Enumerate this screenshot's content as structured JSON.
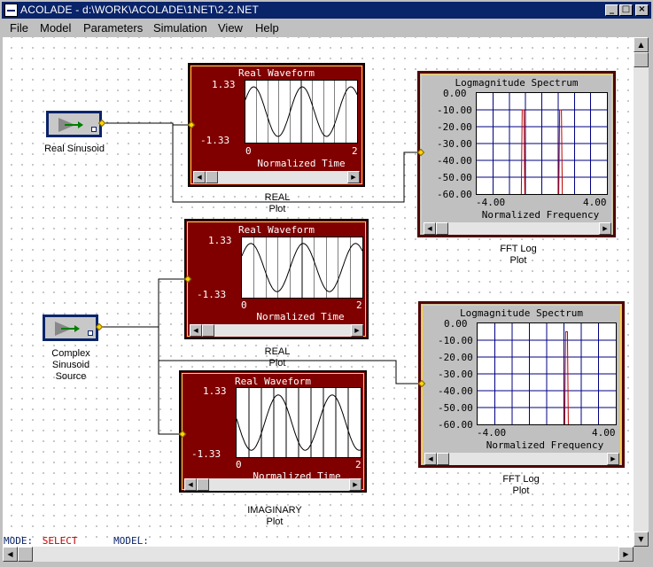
{
  "window": {
    "title": "ACOLADE - d:\\WORK\\ACOLADE\\1NET\\2-2.NET"
  },
  "menu": [
    "File",
    "Model",
    "Parameters",
    "Simulation",
    "View",
    "Help"
  ],
  "blocks": {
    "real_sinusoid": {
      "label": "Real Sinusoid"
    },
    "complex_source": {
      "label_lines": [
        "Complex",
        "Sinusoid",
        "Source"
      ]
    }
  },
  "plots": [
    {
      "title": "Real Waveform",
      "y_max": "1.33",
      "y_min": "-1.33",
      "x_min": "0",
      "x_max": "2",
      "xlabel": "Normalized Time",
      "caption_lines": [
        "REAL",
        "Plot"
      ]
    },
    {
      "title": "Real Waveform",
      "y_max": "1.33",
      "y_min": "-1.33",
      "x_min": "0",
      "x_max": "2",
      "xlabel": "Normalized Time",
      "caption_lines": [
        "REAL",
        "Plot"
      ]
    },
    {
      "title": "Real Waveform",
      "y_max": "1.33",
      "y_min": "-1.33",
      "x_min": "0",
      "x_max": "2",
      "xlabel": "Normalized Time",
      "caption_lines": [
        "IMAGINARY",
        "Plot"
      ]
    },
    {
      "title": "Logmagnitude Spectrum",
      "y_ticks": [
        "0.00",
        "-10.00",
        "-20.00",
        "-30.00",
        "-40.00",
        "-50.00",
        "-60.00"
      ],
      "x_min": "-4.00",
      "x_max": "4.00",
      "xlabel": "Normalized Frequency",
      "caption_lines": [
        "FFT Log",
        "Plot"
      ]
    },
    {
      "title": "Logmagnitude Spectrum",
      "y_ticks": [
        "0.00",
        "-10.00",
        "-20.00",
        "-30.00",
        "-40.00",
        "-50.00",
        "-60.00"
      ],
      "x_min": "-4.00",
      "x_max": "4.00",
      "xlabel": "Normalized Frequency",
      "caption_lines": [
        "FFT Log",
        "Plot"
      ]
    }
  ],
  "chart_data": [
    {
      "type": "line",
      "title": "Real Waveform",
      "xlabel": "Normalized Time",
      "xlim": [
        0,
        2
      ],
      "ylim": [
        -1.33,
        1.33
      ],
      "frequency_cycles": 2.3,
      "phase": 0.5,
      "series": [
        {
          "shape": "sinusoid"
        }
      ]
    },
    {
      "type": "line",
      "title": "Real Waveform",
      "xlabel": "Normalized Time",
      "xlim": [
        0,
        2
      ],
      "ylim": [
        -1.33,
        1.33
      ],
      "frequency_cycles": 2.3,
      "phase": 0.5,
      "series": [
        {
          "shape": "sinusoid"
        }
      ]
    },
    {
      "type": "line",
      "title": "Real Waveform",
      "xlabel": "Normalized Time",
      "xlim": [
        0,
        2
      ],
      "ylim": [
        -1.33,
        1.33
      ],
      "frequency_cycles": 2.3,
      "phase": 3.0,
      "series": [
        {
          "shape": "sinusoid"
        }
      ]
    },
    {
      "type": "line",
      "title": "Logmagnitude Spectrum",
      "xlabel": "Normalized Frequency",
      "xlim": [
        -4,
        4
      ],
      "ylim": [
        -60,
        0
      ],
      "peaks": [
        {
          "x": -1.15,
          "y": -10
        },
        {
          "x": 1.15,
          "y": -10
        }
      ]
    },
    {
      "type": "line",
      "title": "Logmagnitude Spectrum",
      "xlabel": "Normalized Frequency",
      "xlim": [
        -4,
        4
      ],
      "ylim": [
        -60,
        0
      ],
      "peaks": [
        {
          "x": 1.15,
          "y": -5
        }
      ]
    }
  ],
  "status": {
    "mode_label": "MODE:",
    "mode_value": "SELECT",
    "model_label": "MODEL:",
    "model_value": ""
  }
}
